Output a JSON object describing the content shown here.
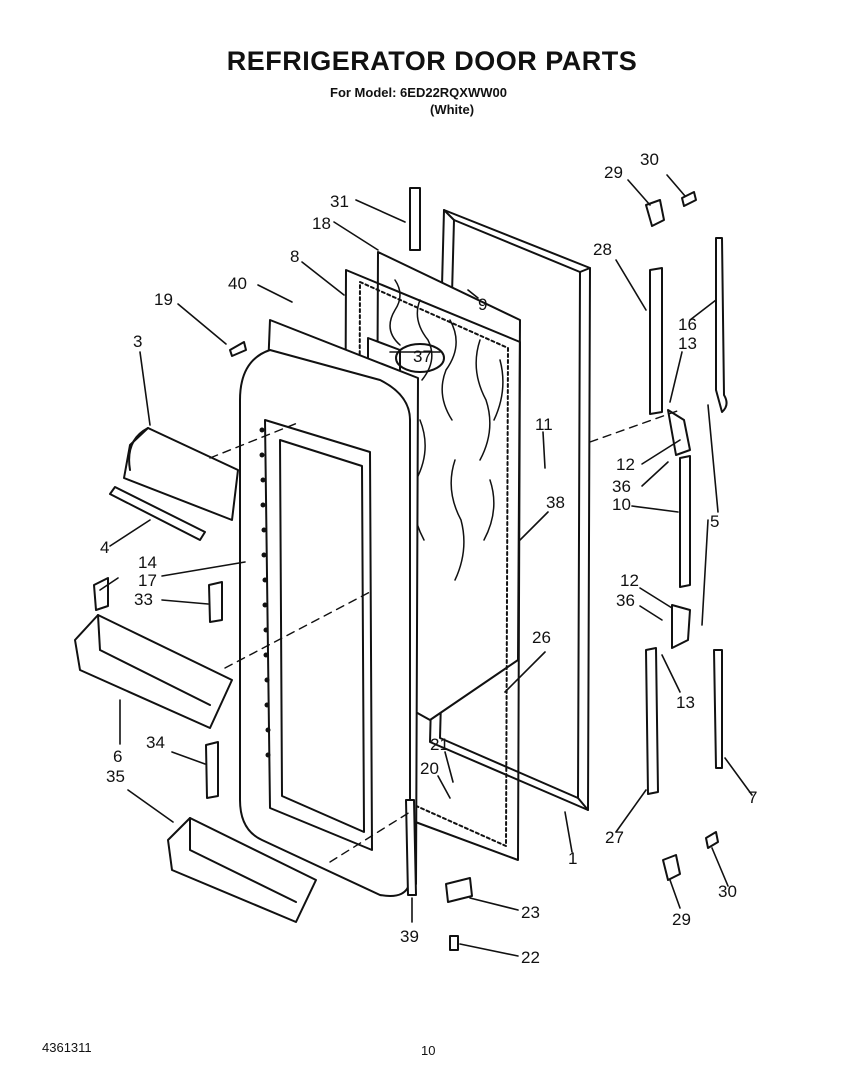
{
  "title": "REFRIGERATOR DOOR PARTS",
  "subtitle": "For Model: 6ED22RQXWW00",
  "color_note": "(White)",
  "footer_code": "4361311",
  "page_number": "10",
  "callouts": [
    "31",
    "18",
    "8",
    "40",
    "19",
    "3",
    "4",
    "14",
    "17",
    "33",
    "6",
    "34",
    "35",
    "37",
    "9",
    "11",
    "38",
    "26",
    "21",
    "20",
    "39",
    "23",
    "22",
    "1",
    "29",
    "30",
    "28",
    "16",
    "13",
    "12",
    "36",
    "10",
    "5",
    "7",
    "27"
  ]
}
